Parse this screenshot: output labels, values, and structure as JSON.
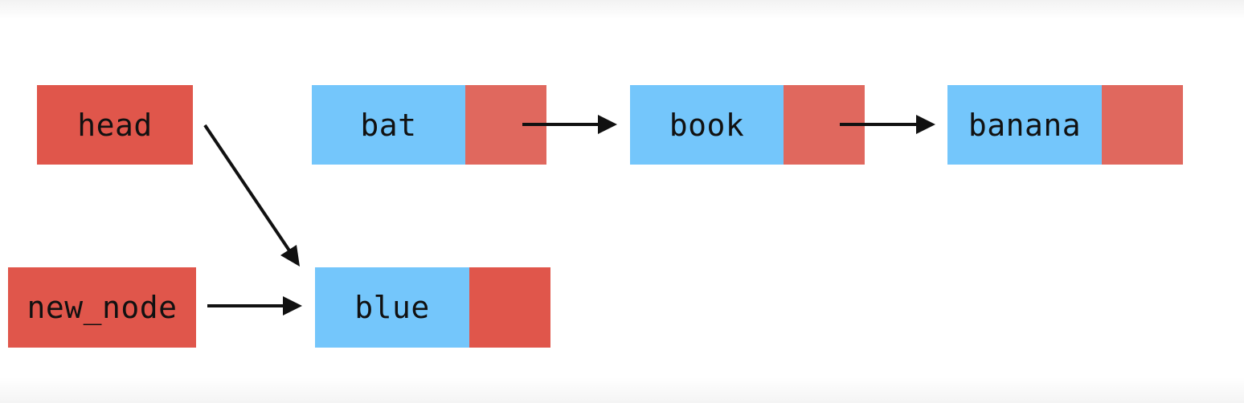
{
  "colors": {
    "pointer_fill": "#e0564b",
    "pointer_fill_light": "#e0685e",
    "data_fill": "#74c6fb",
    "arrow": "#111111"
  },
  "pointers": {
    "head": "head",
    "new_node": "new_node"
  },
  "nodes": {
    "bat": "bat",
    "book": "book",
    "banana": "banana",
    "blue": "blue"
  }
}
